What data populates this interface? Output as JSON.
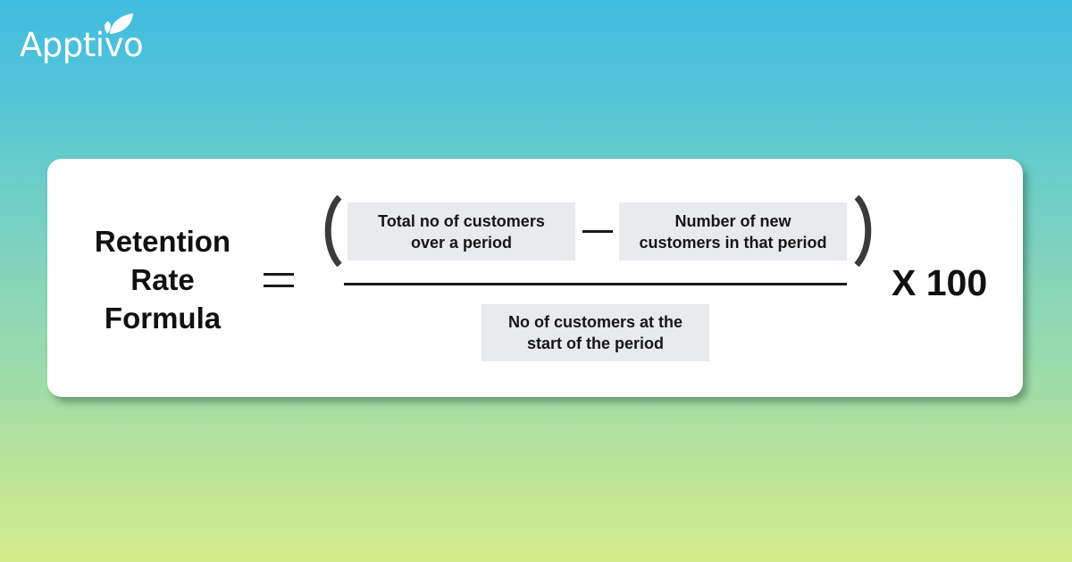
{
  "brand": {
    "logo_text": "Apptivo",
    "logo_icon": "leaf-icon",
    "logo_color": "#FFFFFF"
  },
  "background": {
    "gradient_top": "#40BCE1",
    "gradient_mid": "#7FD3BE",
    "gradient_bottom": "#D3EC8C"
  },
  "formula": {
    "title_lines": [
      "Retention",
      "Rate",
      "Formula"
    ],
    "equals_symbol": "=",
    "open_paren": "(",
    "close_paren": ")",
    "numerator": {
      "term_1_lines": [
        "Total no of customers",
        "over a period"
      ],
      "operator": "−",
      "term_2_lines": [
        "Number of new",
        "customers in that period"
      ]
    },
    "denominator": {
      "term_lines": [
        "No of customers at the",
        "start of the period"
      ]
    },
    "multiplier": "X 100"
  },
  "colors": {
    "card_bg": "#FFFFFF",
    "term_box_bg": "#E8EAED",
    "text": "#111111",
    "paren": "#3A3C3A"
  }
}
